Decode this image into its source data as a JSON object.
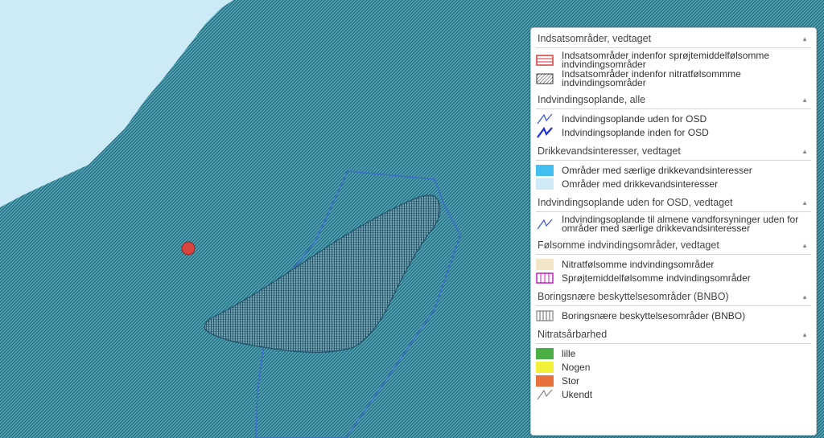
{
  "legend": {
    "sections": [
      {
        "title": "Indsatsområder, vedtaget",
        "items": [
          {
            "label": "Indsatsområder indenfor sprøjtemiddelfølsomme indvindingsområder",
            "symbol": "red-hatch"
          },
          {
            "label": "Indsatsområder indenfor nitratfølsommme indvindingsområder",
            "symbol": "black-diag-hatch"
          }
        ]
      },
      {
        "title": "Indvindingsoplande, alle",
        "items": [
          {
            "label": "Indvindingsoplande uden for OSD",
            "symbol": "blue-line-thin"
          },
          {
            "label": "Indvindingsoplande inden for OSD",
            "symbol": "blue-line-thick"
          }
        ]
      },
      {
        "title": "Drikkevandsinteresser, vedtaget",
        "items": [
          {
            "label": "Områder med særlige drikkevandsinteresser",
            "symbol": "fill-cyan"
          },
          {
            "label": "Områder med drikkevandsinteresser",
            "symbol": "fill-lightblue"
          }
        ]
      },
      {
        "title": "Indvindingsoplande uden for OSD, vedtaget",
        "items": [
          {
            "label": "Indvindingsoplande til almene vandforsyninger uden for områder med særlige drikkevandsinteresser",
            "symbol": "blue-line-thin"
          }
        ]
      },
      {
        "title": "Følsomme indvindingsområder, vedtaget",
        "items": [
          {
            "label": "Nitratfølsomme indvindingsområder",
            "symbol": "fill-beige"
          },
          {
            "label": "Sprøjtemiddelfølsomme indvindingsområder",
            "symbol": "magenta-vert-hatch"
          }
        ]
      },
      {
        "title": "Boringsnære beskyttelsesområder (BNBO)",
        "items": [
          {
            "label": "Boringsnære beskyttelsesområder (BNBO)",
            "symbol": "grey-vert-hatch"
          }
        ]
      },
      {
        "title": "Nitratsårbarhed",
        "items": [
          {
            "label": "lille",
            "symbol": "fill-green"
          },
          {
            "label": "Nogen",
            "symbol": "fill-yellow"
          },
          {
            "label": "Stor",
            "symbol": "fill-orange"
          },
          {
            "label": "Ukendt",
            "symbol": "grey-line"
          }
        ]
      }
    ]
  },
  "colors": {
    "water": "#cdeaf7",
    "osd": "#4aa3b8",
    "hatch": "#1f4f5e",
    "catchment_line": "#3a6cc8",
    "well_point": "#d9443f",
    "nitrate_area_fill": "#5f95a8",
    "nitrate_area_stroke": "#23526a"
  },
  "map": {
    "icons": [
      "map-layer",
      "well-point-marker"
    ]
  }
}
